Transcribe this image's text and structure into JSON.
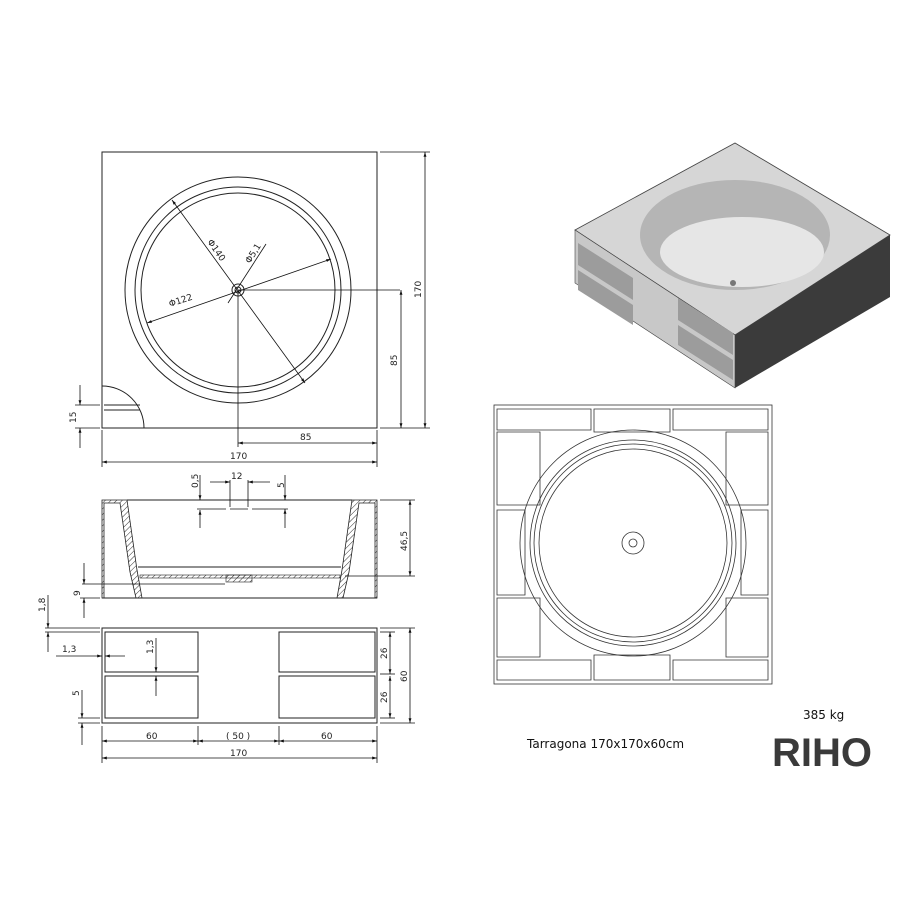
{
  "top_view": {
    "width": "170",
    "depth": "170",
    "center_x": "85",
    "center_y": "85",
    "dia_outer": "Φ140",
    "dia_inner": "Φ122",
    "dia_drain": "Φ5,1",
    "corner": "15"
  },
  "section_view": {
    "slot": "12",
    "gap": "0,5",
    "drop": "5",
    "depth": "46,5",
    "floor": "9"
  },
  "front_view": {
    "top_offset": "1,8",
    "side": "1,3",
    "shelf_gap": "1,3",
    "bottom": "5",
    "shelf_h1": "26",
    "shelf_h2": "26",
    "height": "60",
    "left_w": "60",
    "mid_w": "( 50 )",
    "right_w": "60",
    "total_w": "170"
  },
  "weight": "385 kg",
  "product": "Tarragona 170x170x60cm",
  "brand": "RIHO"
}
